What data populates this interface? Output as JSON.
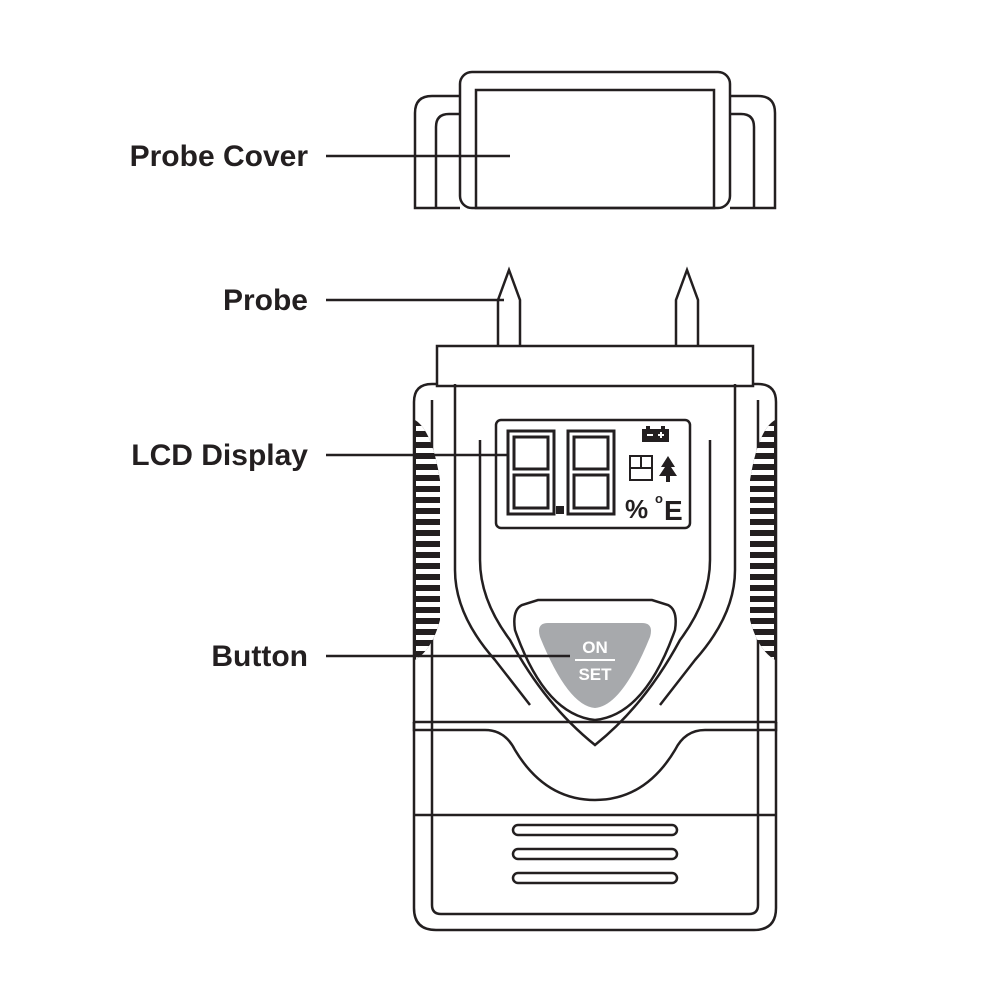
{
  "labels": {
    "probe_cover": "Probe Cover",
    "probe": "Probe",
    "lcd_display": "LCD Display",
    "button": "Button"
  },
  "lcd": {
    "digits": "8.8",
    "percent": "%",
    "degree": "o",
    "unit": "E"
  },
  "button": {
    "top": "ON",
    "bottom": "SET"
  },
  "colors": {
    "line": "#231f20",
    "button_fill": "#a7a9ac",
    "background": "#ffffff"
  },
  "icons": [
    "battery-icon",
    "wood-grain-icon",
    "tree-icon"
  ]
}
